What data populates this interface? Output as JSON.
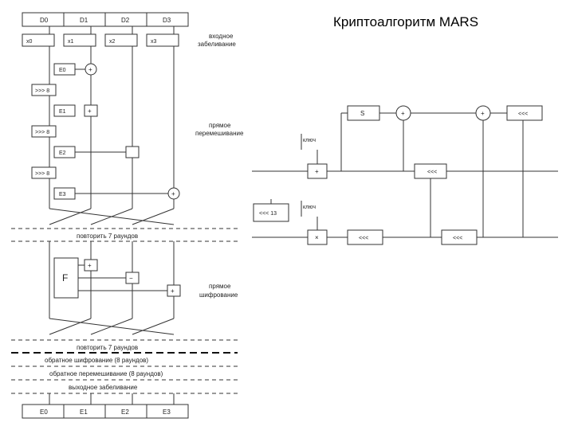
{
  "title": "Криптоалгоритм MARS",
  "left": {
    "top_inputs": [
      "D0",
      "D1",
      "D2",
      "D3"
    ],
    "input_regs": [
      "x0",
      "x1",
      "x2",
      "x3"
    ],
    "phase1_label": [
      "входное",
      "забеливание"
    ],
    "phase2_label": [
      "прямое",
      "перемешивание"
    ],
    "phase3_label": [
      "прямое",
      "шифрование"
    ],
    "box_e0": "E0",
    "box_sh8a": ">>> 8",
    "box_e1": "E1",
    "box_sh8b": ">>> 8",
    "box_e2": "E2",
    "box_sh8c": ">>> 8",
    "box_e3": "E3",
    "op_plus": "+",
    "op_minus": "−",
    "box_f": "F",
    "repeat1": "повторить 7 раундов",
    "repeat2": "повторить 7 раундов",
    "stage_back_encrypt": "обратное шифрование (8 раундов)",
    "stage_back_mix": "обратное перемешивание (8 раундов)",
    "stage_output": "выходное забеливание",
    "outputs": [
      "E0",
      "E1",
      "E2",
      "E3"
    ]
  },
  "right": {
    "box_s": "S",
    "box_shift": "<<<",
    "box_mult": "×",
    "box_rot1": "<<<",
    "box_rot2": "<<<",
    "box_rot3": "<<<",
    "key1": "ключ",
    "key2": "ключ",
    "input_box": "<<< 13",
    "op_plus": "+"
  }
}
